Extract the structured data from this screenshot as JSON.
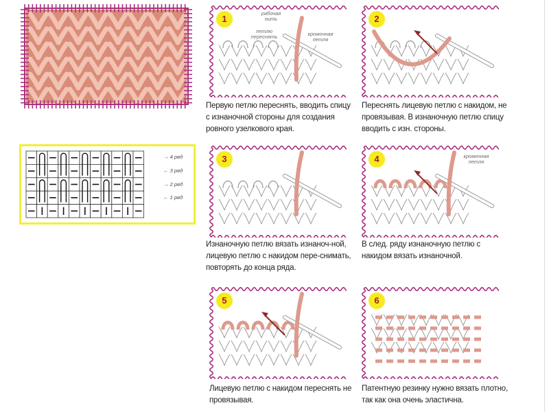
{
  "photo": {
    "alt_marker": "knitted-sample"
  },
  "chart": {
    "columns": 11,
    "rows": [
      "4 ряд",
      "3 ряд",
      "2 ряд",
      "1 ряд"
    ],
    "row_arrows": [
      "→",
      "←",
      "→",
      "←"
    ]
  },
  "steps": [
    {
      "number": "1",
      "caption": "Первую петлю переснять, вводить спицу с изнаночной стороны для создания ровного узелкового края.",
      "labels": [
        "рабочая нить",
        "петлю переснять",
        "кромочная петля"
      ]
    },
    {
      "number": "2",
      "caption": "Переснять лицевую петлю с накидом, не провязывая. В изнаночную петлю спицу вводить с изн. стороны.",
      "labels": []
    },
    {
      "number": "3",
      "caption": "Изнаночную петлю вязать изнаноч-ной, лицевую петлю с накидом пере-снимать, повторять до конца ряда.",
      "labels": []
    },
    {
      "number": "4",
      "caption": "В след. ряду изнаночную петлю с накидом вязать изнаночной.",
      "labels": [
        "кромочная петля"
      ]
    },
    {
      "number": "5",
      "caption": "Лицевую петлю с накидом переснять не провязывая.",
      "labels": []
    },
    {
      "number": "6",
      "caption": "Патентную резинку нужно вязать плотно, так как она очень эластична.",
      "labels": []
    }
  ],
  "colors": {
    "yarn": "#dd9a8c",
    "frame": "#a8307e",
    "badge": "#f7ea1d",
    "chart_border": "#f3ee3a"
  }
}
